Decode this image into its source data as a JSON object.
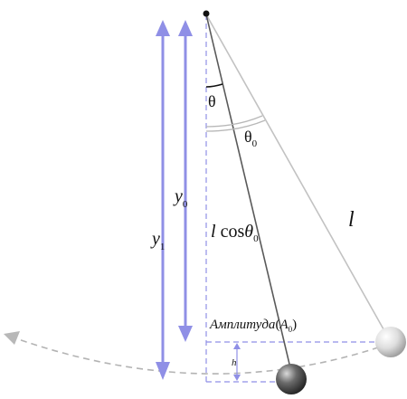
{
  "colors": {
    "arrow": "#8f8fe6",
    "dashed_guide": "#8f8fe6",
    "swing_arc": "#b3b3b3",
    "string_hanging": "#5a5a5a",
    "string_displaced": "#bdbdbd",
    "bob_dark": "#404040",
    "bob_light": "#dcdcdc",
    "text": "#111111"
  },
  "labels": {
    "theta": "θ",
    "theta0": {
      "base": "θ",
      "sub": "0"
    },
    "y0": {
      "base": "y",
      "sub": "0"
    },
    "y1": {
      "base": "y",
      "sub": "1"
    },
    "lcos": {
      "l": "l",
      "cos": " cos",
      "theta": "θ",
      "sub": "0"
    },
    "l": "l",
    "amplitude": {
      "word": "Амплитуда",
      "open": "(",
      "a": "A",
      "sub": "0",
      "close": ")"
    },
    "h": "h"
  }
}
